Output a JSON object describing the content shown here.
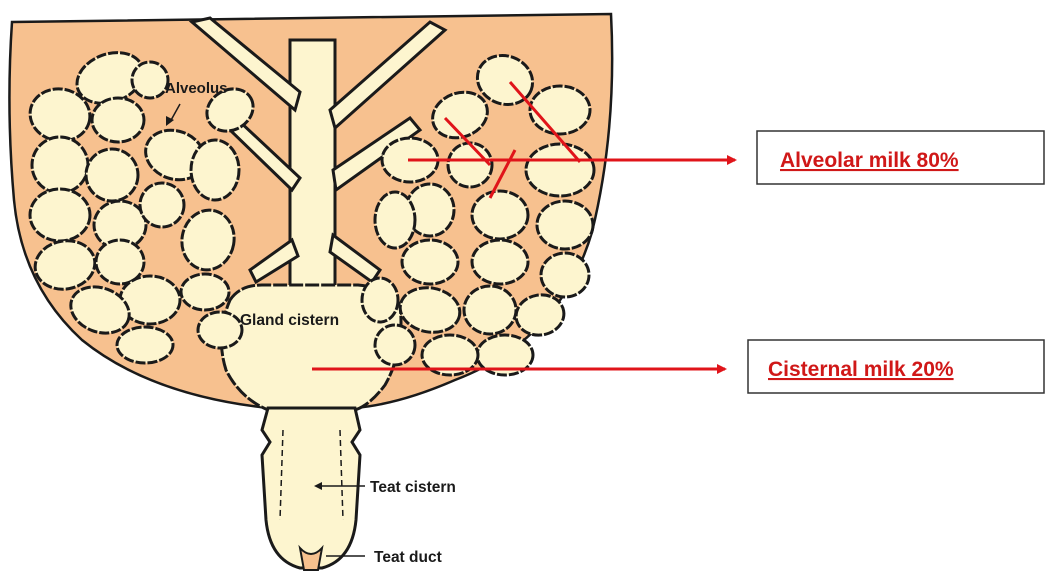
{
  "labels": {
    "alveolus": "Alveolus",
    "gland_cistern": "Gland cistern",
    "teat_cistern": "Teat cistern",
    "teat_duct": "Teat duct"
  },
  "callouts": {
    "alveolar_milk": "Alveolar milk 80%",
    "cisternal_milk": "Cisternal milk 20%"
  },
  "colors": {
    "udder_fill": "#f7c18f",
    "lumen_fill": "#fdf5cf",
    "outline": "#1a1a1a",
    "arrow_red": "#e0141a",
    "callout_text": "#d01818"
  }
}
